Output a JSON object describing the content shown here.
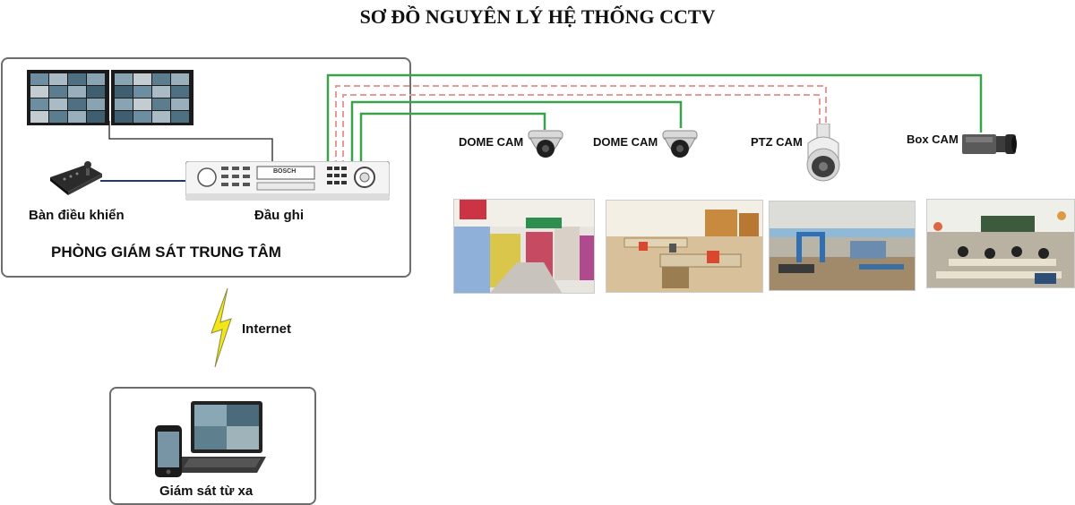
{
  "title": "SƠ ĐỒ NGUYÊN LÝ HỆ THỐNG CCTV",
  "control_room": {
    "label": "PHÒNG GIÁM SÁT TRUNG TÂM",
    "controller_label": "Bàn điều khiển",
    "recorder_label": "Đầu ghi",
    "recorder_brand": "BOSCH"
  },
  "internet_label": "Internet",
  "remote": {
    "label": "Giám sát từ xa"
  },
  "cameras": [
    {
      "label": "DOME CAM"
    },
    {
      "label": "DOME CAM"
    },
    {
      "label": "PTZ CAM"
    },
    {
      "label": "Box CAM"
    }
  ],
  "colors": {
    "cable_green": "#3aa24a",
    "cable_pink": "#e79a9a",
    "box_border": "#6d6d6d",
    "bolt_yellow": "#f2e61a"
  }
}
